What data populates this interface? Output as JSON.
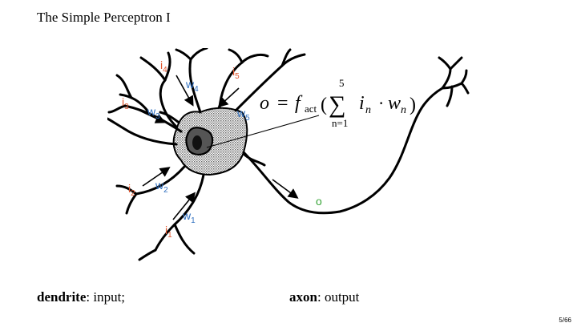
{
  "slide": {
    "title": "The Simple Perceptron I",
    "page": "5/66"
  },
  "figure": {
    "inputs": [
      {
        "label": "i",
        "sub": "1"
      },
      {
        "label": "i",
        "sub": "2"
      },
      {
        "label": "i",
        "sub": "3"
      },
      {
        "label": "i",
        "sub": "4"
      },
      {
        "label": "i",
        "sub": "5"
      }
    ],
    "weights": [
      {
        "label": "w",
        "sub": "1"
      },
      {
        "label": "w",
        "sub": "2"
      },
      {
        "label": "w",
        "sub": "3"
      },
      {
        "label": "w",
        "sub": "4"
      },
      {
        "label": "w",
        "sub": "5"
      }
    ],
    "output_label": "o",
    "formula": {
      "lhs": "o",
      "equals": "=",
      "f": "f",
      "f_sub": "act",
      "sum_upper": "5",
      "sum_lower": "n=1",
      "sum_symbol": "∑",
      "term_i": "i",
      "term_i_sub": "n",
      "dot": "·",
      "term_w": "w",
      "term_w_sub": "n",
      "open_paren": "(",
      "close_paren": ")"
    },
    "colors": {
      "input_label": "#e0542c",
      "weight_label": "#2f6fbf",
      "output_marker": "#3aa53a",
      "stroke": "#000000",
      "cell_fill": "#bdbdbd"
    }
  },
  "captions": {
    "left": {
      "term": "dendrite",
      "rest": ": input;"
    },
    "right": {
      "term": "axon",
      "rest": ": output"
    }
  }
}
